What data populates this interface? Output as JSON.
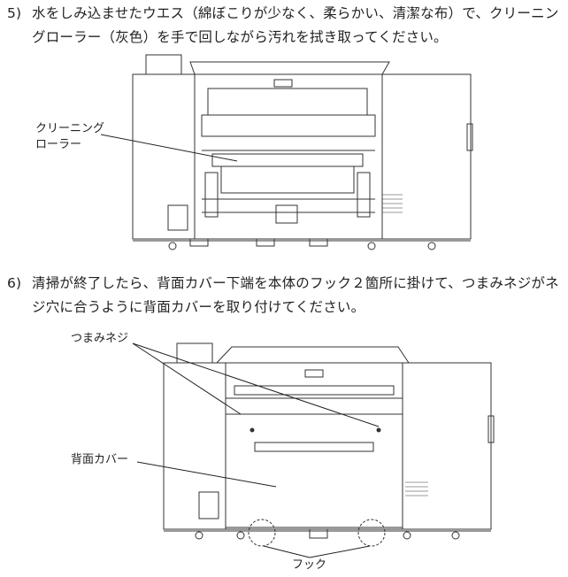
{
  "steps": [
    {
      "number": "5)",
      "text": "水をしみ込ませたウエス（綿ぼこりが少なく、柔らかい、清潔な布）で、クリーニングローラー（灰色）を手で回しながら汚れを拭き取ってください。"
    },
    {
      "number": "6)",
      "text": "清掃が終了したら、背面カバー下端を本体のフック２箇所に掛けて、つまみネジがネジ穴に合うように背面カバーを取り付けてください。"
    }
  ],
  "figure1": {
    "label_line1": "クリーニング",
    "label_line2": "ローラー"
  },
  "figure2": {
    "thumbscrew_label": "つまみネジ",
    "back_cover_label": "背面カバー",
    "hook_label": "フック"
  }
}
